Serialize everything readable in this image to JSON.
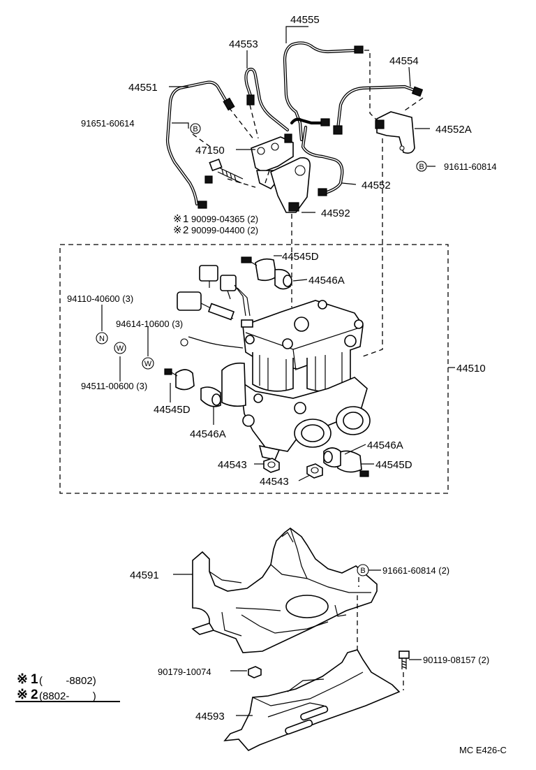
{
  "labels": {
    "p44555": "44555",
    "p44553": "44553",
    "p44554": "44554",
    "p44551": "44551",
    "p91651": "91651-60614",
    "p44552a": "44552A",
    "p47150": "47150",
    "p91611": "91611-60814",
    "p44552": "44552",
    "p44592": "44592",
    "p90099a": "90099-04365 (2)",
    "p90099b": "90099-04400 (2)",
    "p44545d_top": "44545D",
    "p44546a_top": "44546A",
    "p94110": "94110-40600 (3)",
    "p94614": "94614-10600 (3)",
    "p44510": "44510",
    "p94511": "94511-00600 (3)",
    "p44545d_left": "44545D",
    "p44546a_left": "44546A",
    "p44546a_right": "44546A",
    "p44545d_right": "44545D",
    "p44543_a": "44543",
    "p44543_b": "44543",
    "p44591": "44591",
    "p91661": "91661-60814 (2)",
    "p90179": "90179-10074",
    "p90119": "90119-08157 (2)",
    "p44593": "44593",
    "code": "MC E426-C"
  },
  "symbols": {
    "b": "B",
    "n": "N",
    "w": "W",
    "note_mark": "※"
  },
  "notes": {
    "n1_num": "1",
    "n1_range": "(        -8802)",
    "n2_num": "2",
    "n2_range": "(8802-        )",
    "ref1_num": "1",
    "ref2_num": "2"
  }
}
